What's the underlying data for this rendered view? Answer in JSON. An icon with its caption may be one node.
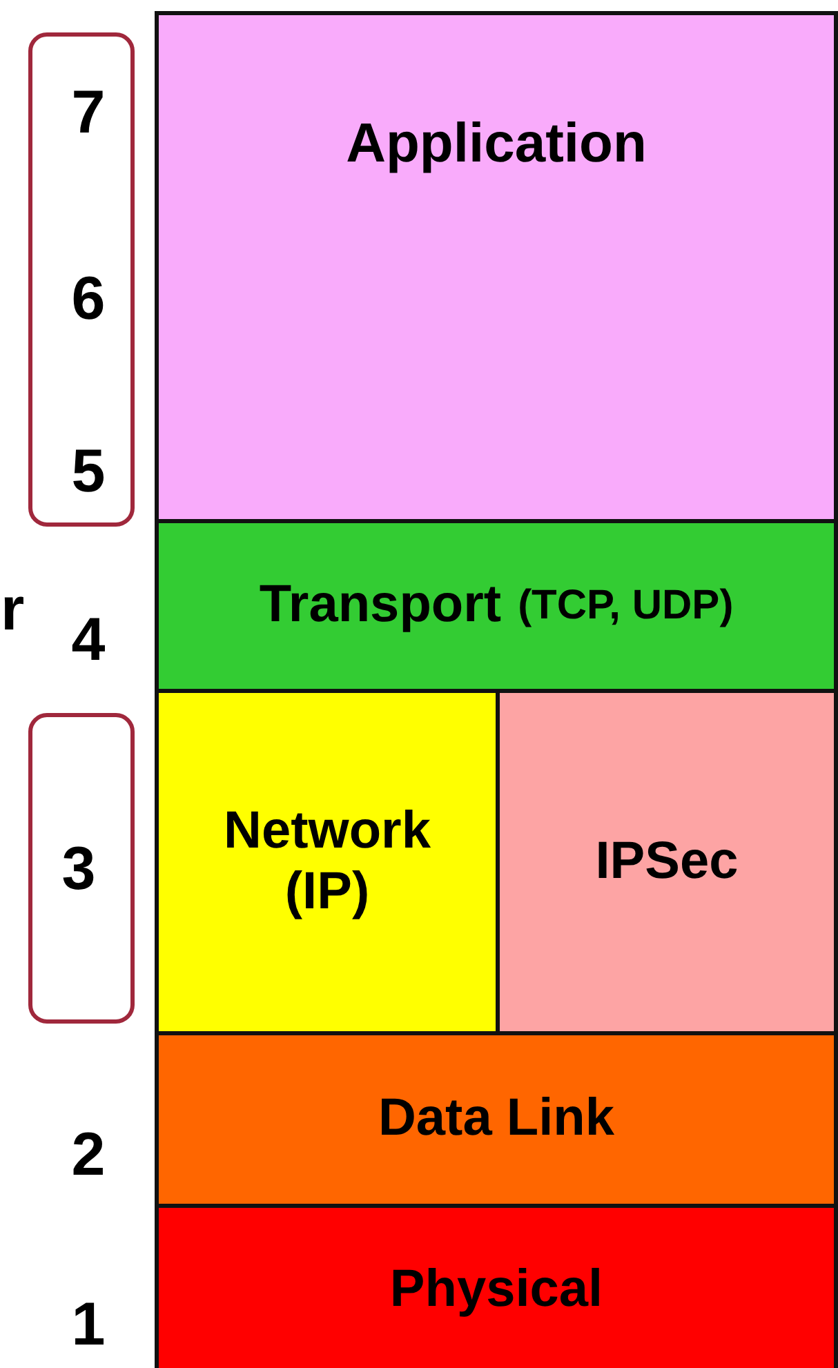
{
  "diagram": {
    "nodes": [
      {
        "text": [
          "Application"
        ]
      },
      {
        "text": [
          "Transport",
          "(TCP, UDP)"
        ]
      },
      {
        "text": [
          "Network (IP)"
        ]
      },
      {
        "text": [
          "IPSec"
        ]
      },
      {
        "text": [
          "Data Link"
        ]
      },
      {
        "text": [
          "Physical"
        ]
      }
    ],
    "labels": [
      "7",
      "6",
      "5",
      "r",
      "4",
      "3",
      "2",
      "1"
    ]
  }
}
